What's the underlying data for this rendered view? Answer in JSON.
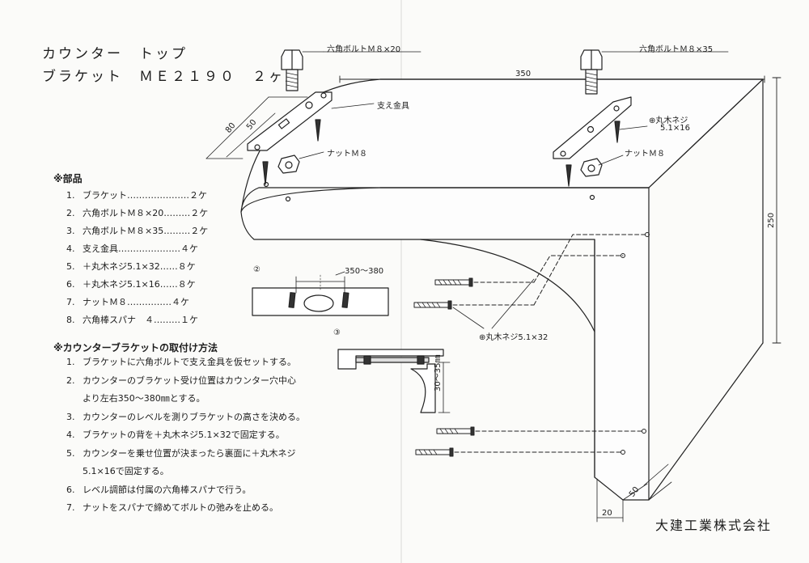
{
  "title": {
    "line1": "カウンター　トップ",
    "line2": "ブラケット　ＭＥ２１９０　２ヶ入"
  },
  "parts": {
    "heading": "※部品",
    "items": [
      {
        "num": "1.",
        "text": "ブラケット…………………２ケ"
      },
      {
        "num": "2.",
        "text": "六角ボルトＭ８×20………２ケ"
      },
      {
        "num": "3.",
        "text": "六角ボルトＭ８×35………２ケ"
      },
      {
        "num": "4.",
        "text": "支え金具…………………４ケ"
      },
      {
        "num": "5.",
        "text": "＋丸木ネジ5.1×32……８ケ"
      },
      {
        "num": "6.",
        "text": "＋丸木ネジ5.1×16……８ケ"
      },
      {
        "num": "7.",
        "text": "ナットＭ８……………４ケ"
      },
      {
        "num": "8.",
        "text": "六角棒スパナ　４………１ケ"
      }
    ]
  },
  "method": {
    "heading": "※カウンターブラケットの取付け方法",
    "steps": [
      {
        "num": "1.",
        "text": "ブラケットに六角ボルトで支え金具を仮セットする。"
      },
      {
        "num": "2.",
        "text": "カウンターのブラケット受け位置はカウンター穴中心"
      },
      {
        "num": "",
        "text": "より左右350〜380㎜とする。"
      },
      {
        "num": "3.",
        "text": "カウンターのレベルを測りブラケットの高さを決める。"
      },
      {
        "num": "4.",
        "text": "ブラケットの背を＋丸木ネジ5.1×32で固定する。"
      },
      {
        "num": "5.",
        "text": "カウンターを乗せ位置が決まったら裏面に＋丸木ネジ"
      },
      {
        "num": "",
        "text": "5.1×16で固定する。"
      },
      {
        "num": "6.",
        "text": "レベル調節は付属の六角棒スパナで行う。"
      },
      {
        "num": "7.",
        "text": "ナットをスパナで締めてボルトの弛みを止める。"
      }
    ]
  },
  "labels": {
    "bolt_left": "六角ボルトＭ８×20",
    "bolt_right": "六角ボルトＭ８×35",
    "support": "支え金具",
    "nut_left": "ナットＭ８",
    "nut_right": "ナットＭ８",
    "screw_top": "⊕丸木ネジ",
    "screw_top_size": "5.1×16",
    "screw_side": "⊕丸木ネジ5.1×32",
    "detail2": "②",
    "detail3": "③",
    "dim_350_380": "350〜380",
    "dim_30_35": "30〜35㎜"
  },
  "dimensions": {
    "d350": "350",
    "d250": "250",
    "d80": "80",
    "d50_top": "50",
    "d50_bottom": "50",
    "d20": "20"
  },
  "company": "大建工業株式会社"
}
